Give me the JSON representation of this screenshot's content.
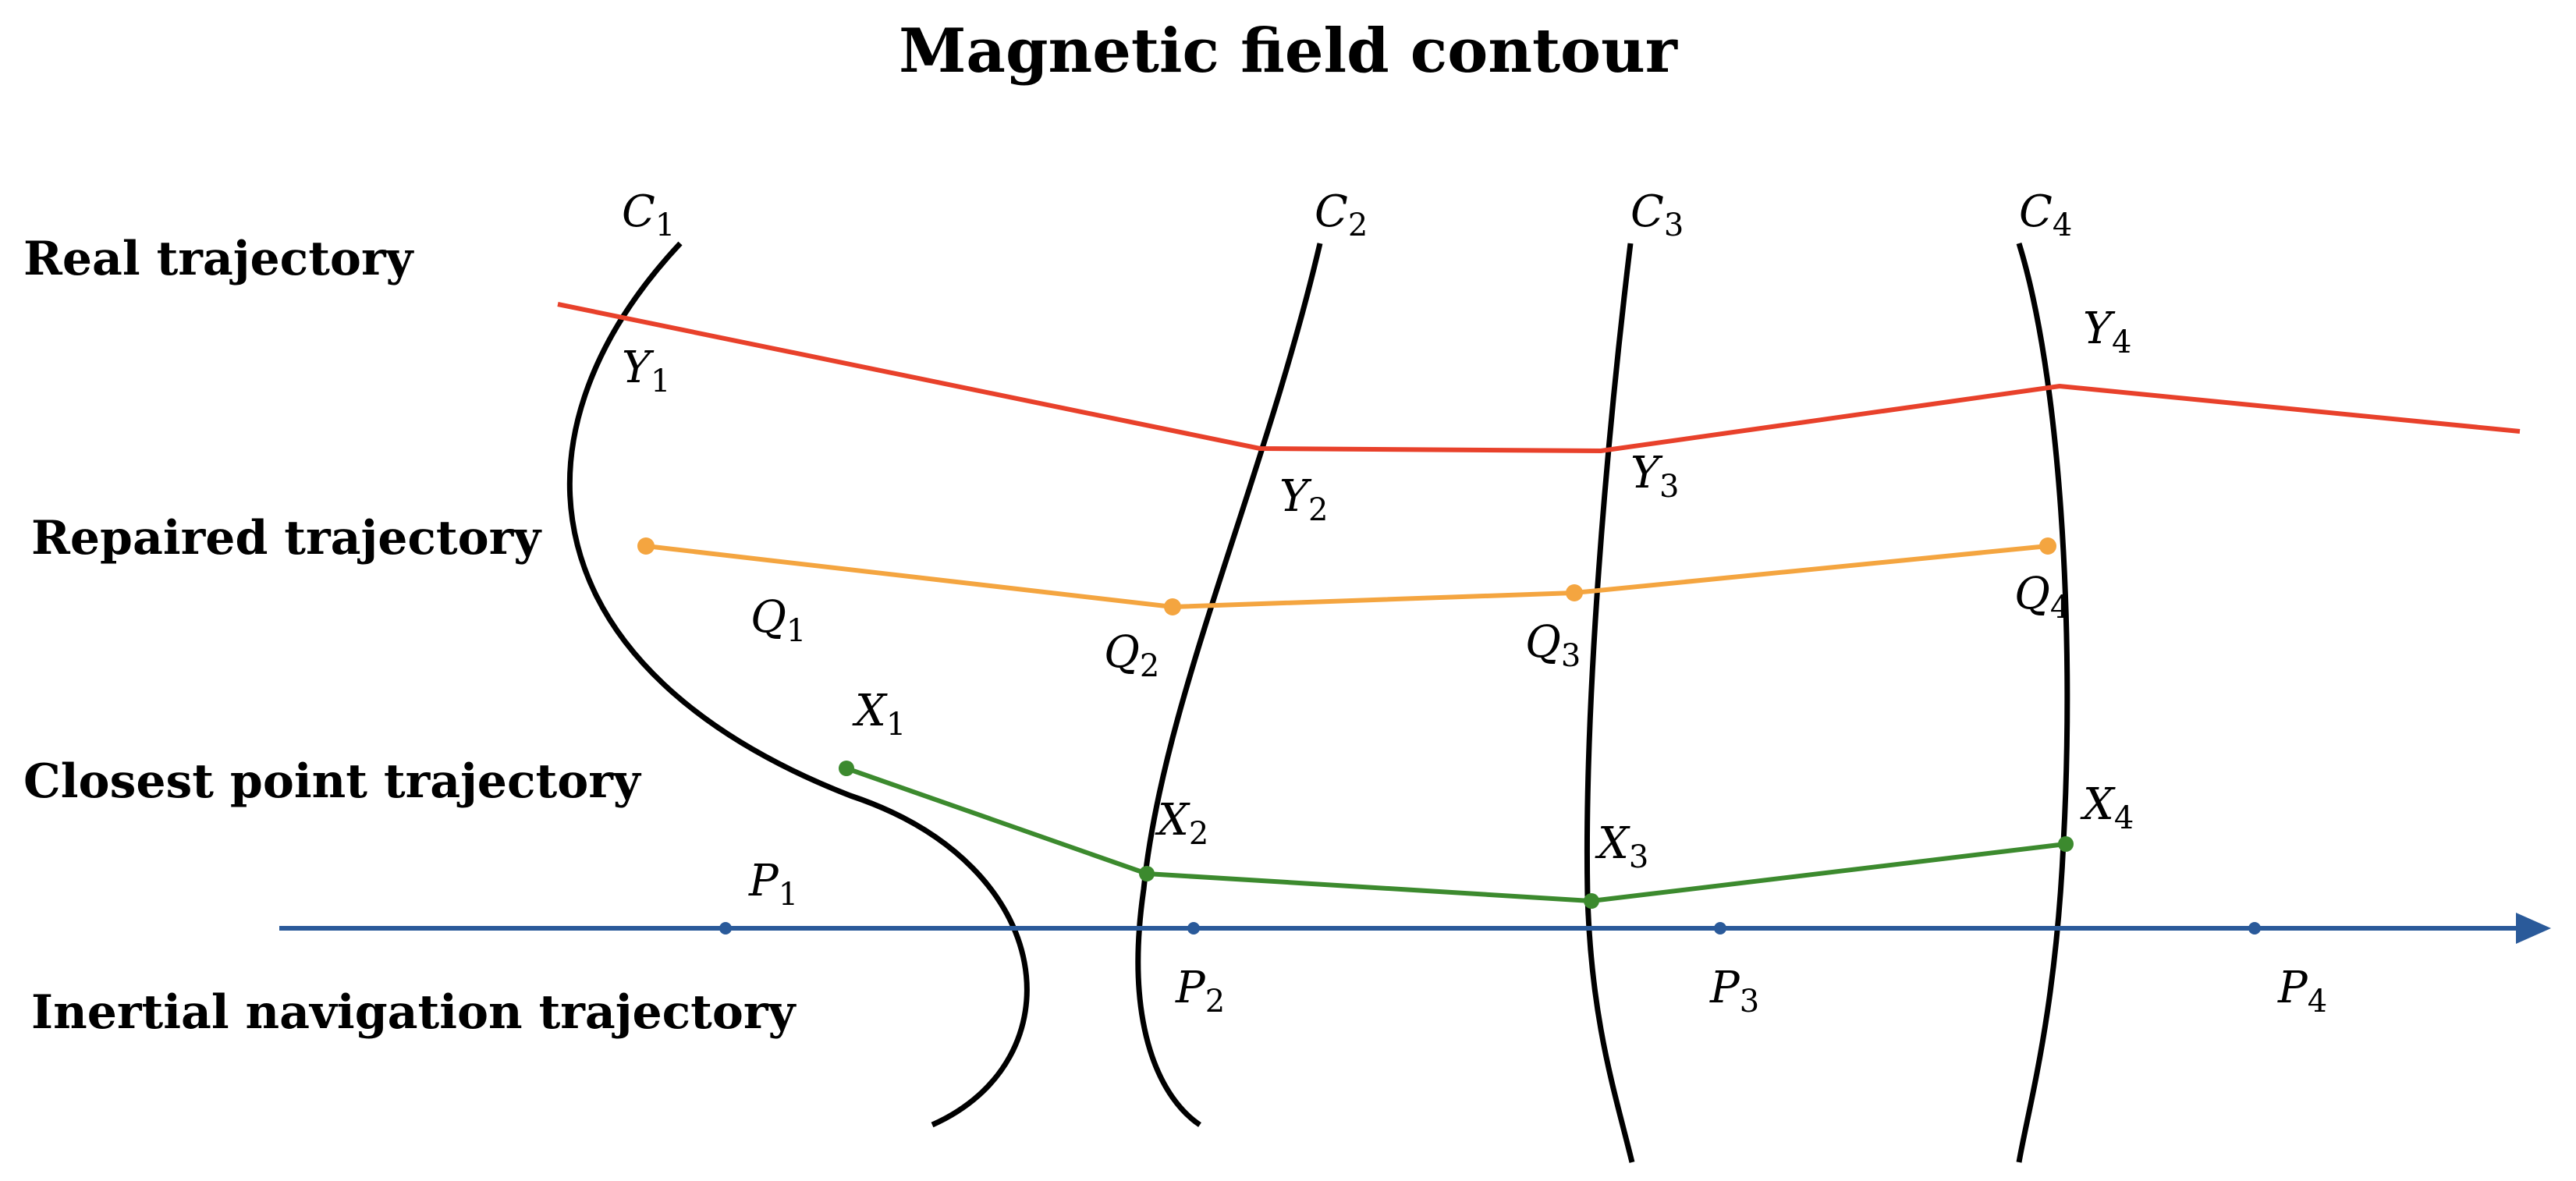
{
  "title": "Magnetic field contour",
  "rows": {
    "real": "Real trajectory",
    "repaired": "Repaired trajectory",
    "closest": "Closest point trajectory",
    "inertial": "Inertial navigation trajectory"
  },
  "contours": [
    {
      "letter": "C",
      "sub": "1"
    },
    {
      "letter": "C",
      "sub": "2"
    },
    {
      "letter": "C",
      "sub": "3"
    },
    {
      "letter": "C",
      "sub": "4"
    }
  ],
  "points": {
    "Y": [
      {
        "letter": "Y",
        "sub": "1"
      },
      {
        "letter": "Y",
        "sub": "2"
      },
      {
        "letter": "Y",
        "sub": "3"
      },
      {
        "letter": "Y",
        "sub": "4"
      }
    ],
    "Q": [
      {
        "letter": "Q",
        "sub": "1"
      },
      {
        "letter": "Q",
        "sub": "2"
      },
      {
        "letter": "Q",
        "sub": "3"
      },
      {
        "letter": "Q",
        "sub": "4"
      }
    ],
    "X": [
      {
        "letter": "X",
        "sub": "1"
      },
      {
        "letter": "X",
        "sub": "2"
      },
      {
        "letter": "X",
        "sub": "3"
      },
      {
        "letter": "X",
        "sub": "4"
      }
    ],
    "P": [
      {
        "letter": "P",
        "sub": "1"
      },
      {
        "letter": "P",
        "sub": "2"
      },
      {
        "letter": "P",
        "sub": "3"
      },
      {
        "letter": "P",
        "sub": "4"
      }
    ]
  },
  "colors": {
    "real": "#e8412b",
    "repaired": "#f4a540",
    "closest": "#3c8a2e",
    "inertial": "#2a5a9a",
    "contour": "#000000"
  }
}
